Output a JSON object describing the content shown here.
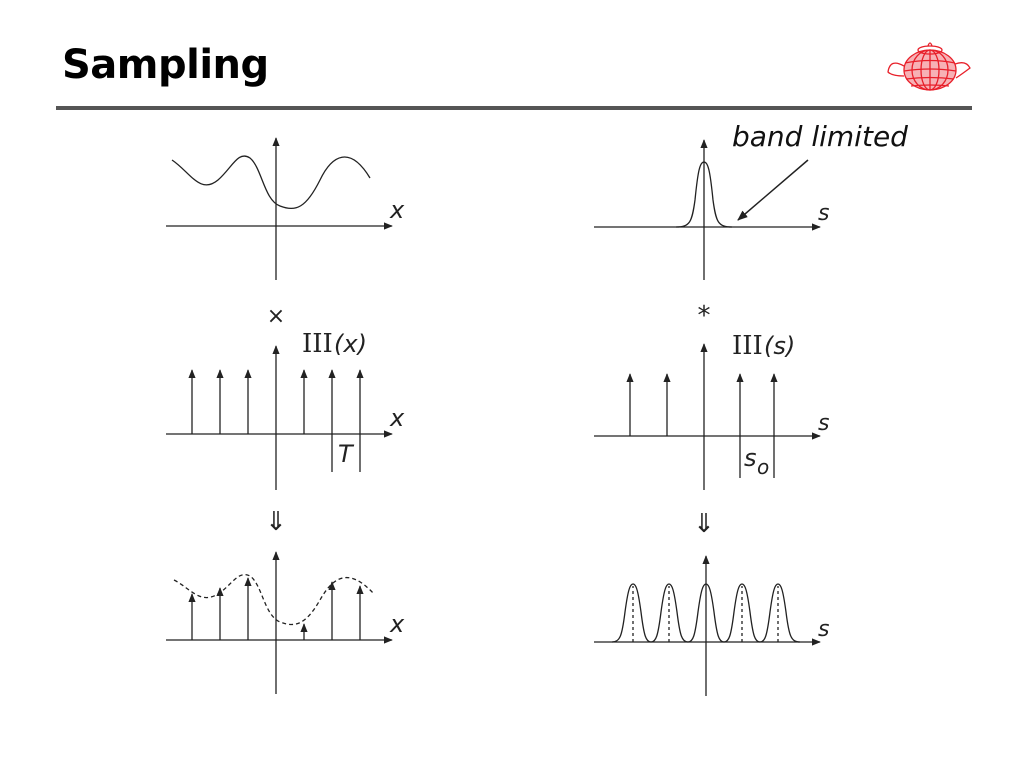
{
  "slide": {
    "title": "Sampling"
  },
  "left": {
    "top_axis_label": "x",
    "multiply_symbol": "×",
    "comb_symbol": "III",
    "comb_arg": "(x)",
    "comb_axis_label": "x",
    "period_label": "T",
    "arrow_symbol": "⇓",
    "bottom_axis_label": "x"
  },
  "right": {
    "annotation": "band limited",
    "top_axis_label": "s",
    "convolve_symbol": "*",
    "comb_symbol": "III",
    "comb_arg": "(s)",
    "comb_axis_label": "s",
    "period_label_main": "s",
    "period_label_sub": "o",
    "arrow_symbol": "⇓",
    "bottom_axis_label": "s"
  },
  "colors": {
    "rule": "#555555",
    "logo": "#e8202a",
    "ink": "#222222"
  },
  "icons": [
    "teapot-logo-icon"
  ]
}
